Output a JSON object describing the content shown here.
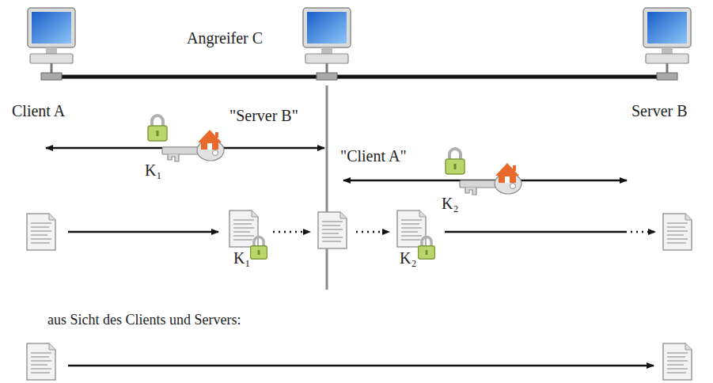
{
  "diagram": {
    "nodes": [
      {
        "text": [
          "Client A"
        ]
      },
      {
        "text": [
          "Angreifer C"
        ]
      },
      {
        "text": [
          "Server B"
        ]
      }
    ],
    "edges": [
      {
        "from": 0,
        "to": 1,
        "arrow": "none"
      },
      {
        "from": 1,
        "to": 2,
        "arrow": "none"
      }
    ],
    "labels": [
      "\"Server B\"",
      "K₁",
      "\"Client A\"",
      "K₂",
      "K₁",
      "K₂",
      "aus Sicht des Clients und Servers:"
    ]
  }
}
